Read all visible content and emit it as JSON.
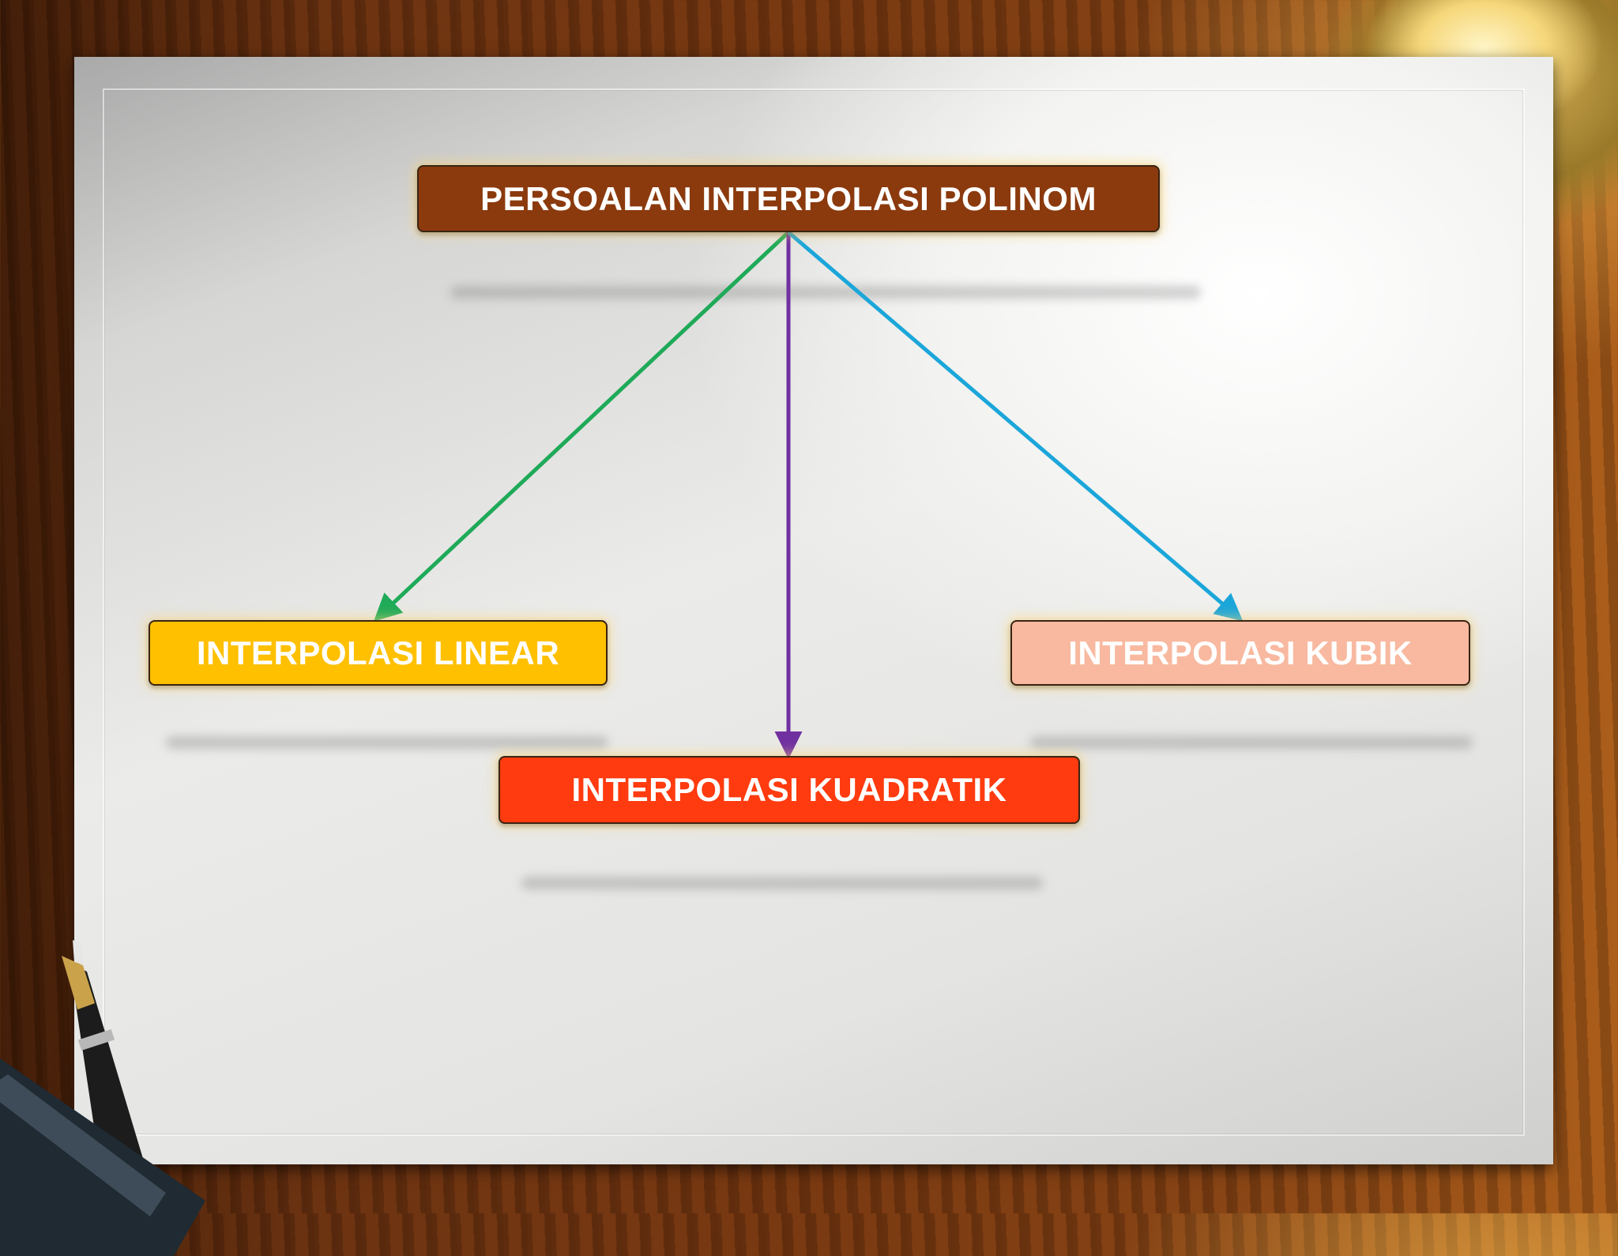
{
  "diagram": {
    "root": {
      "label": "PERSOALAN INTERPOLASI POLINOM",
      "color": "#8B3A0E"
    },
    "children": [
      {
        "id": "linear",
        "label": "INTERPOLASI LINEAR",
        "color": "#FFC000",
        "arrow_color": "#1FAA59"
      },
      {
        "id": "kuadratik",
        "label": "INTERPOLASI KUADRATIK",
        "color": "#FF3B0F",
        "arrow_color": "#7030A0"
      },
      {
        "id": "kubik",
        "label": "INTERPOLASI KUBIK",
        "color": "#F8B9A0",
        "arrow_color": "#1BA6DA"
      }
    ]
  },
  "background": {
    "wood": "#6b3312",
    "paper": "#ebebe9",
    "glow": "#FFD778"
  }
}
